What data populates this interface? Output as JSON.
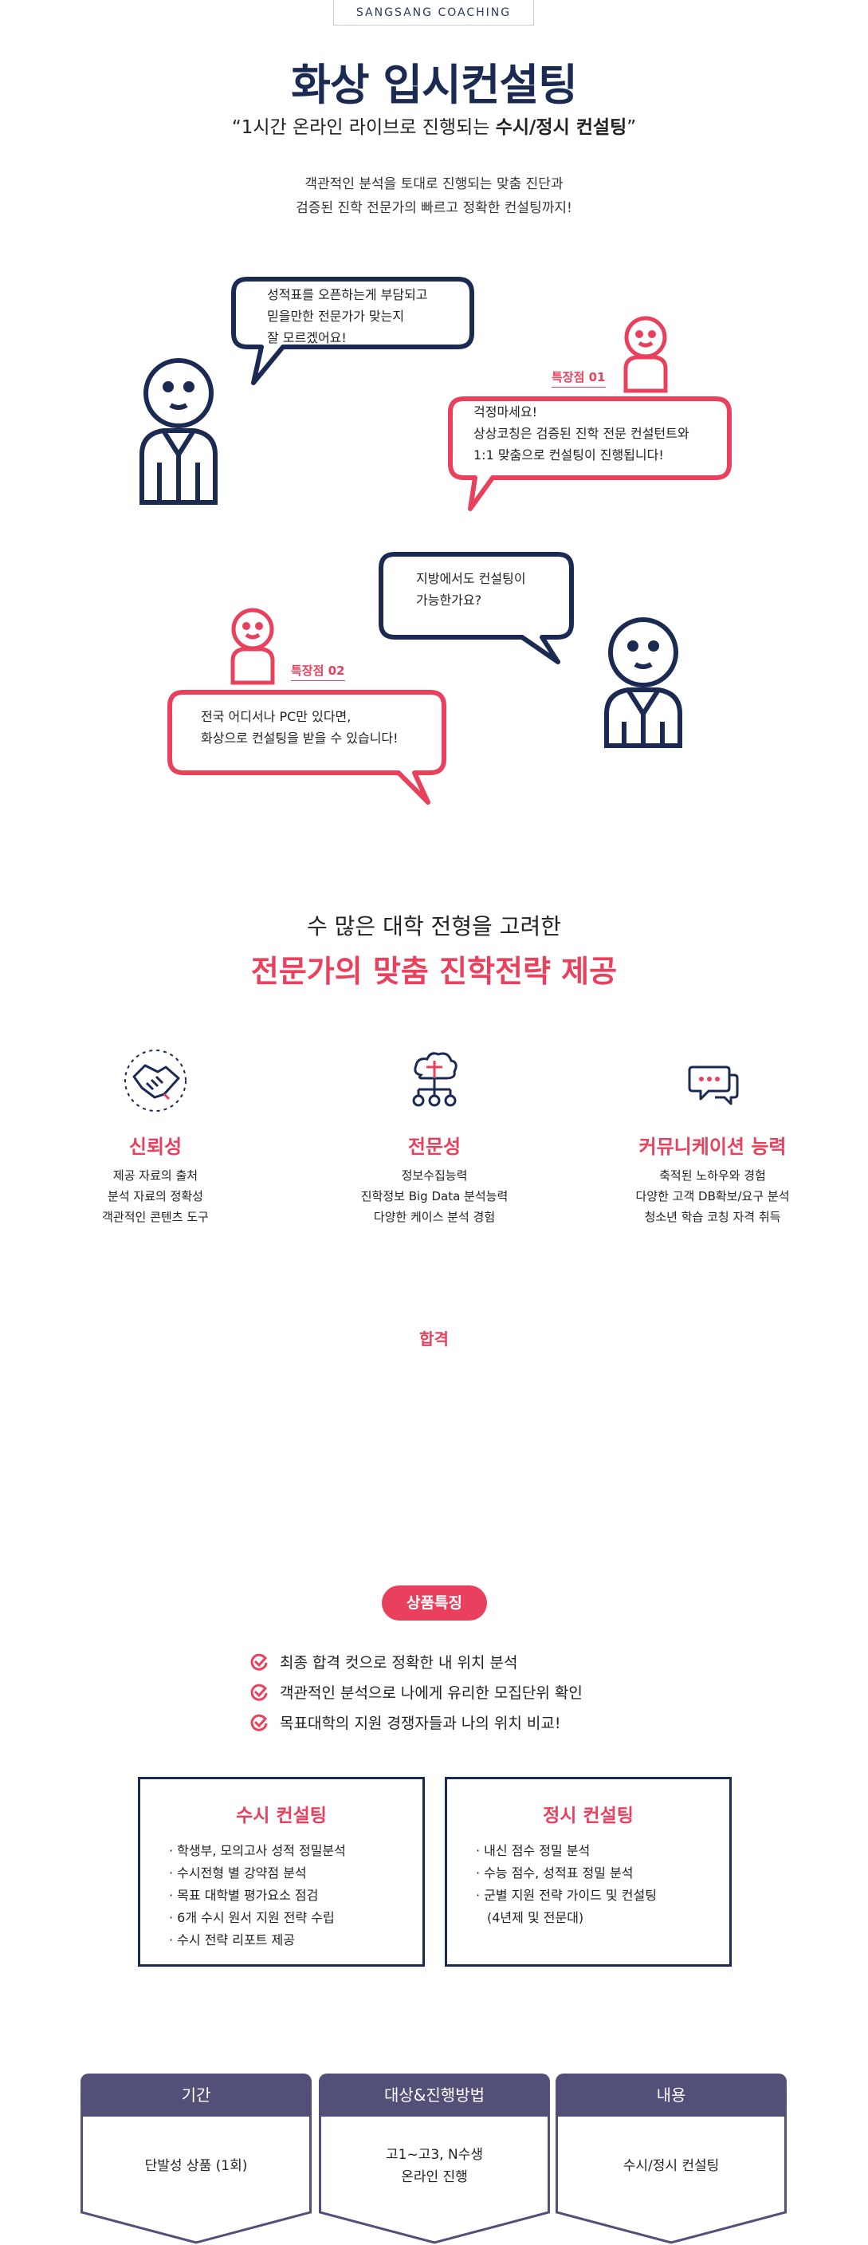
{
  "header": {
    "tag": "SANGSANG COACHING",
    "title": "화상 입시컨설팅",
    "subtitle_pre": "“1시간 온라인 라이브로 진행되는 ",
    "subtitle_bold": "수시/정시 컨설팅",
    "subtitle_post": "”",
    "intro_line1": "객관적인 분석을 토대로 진행되는 맞춤 진단과",
    "intro_line2": "검증된 진학 전문가의 빠르고 정확한 컨설팅까지!"
  },
  "dialog": {
    "q1": [
      "성적표를 오픈하는게 부담되고",
      "믿을만한 전문가가 맞는지",
      "잘 모르겠어요!"
    ],
    "feature1_label": "특장점 01",
    "a1": [
      "걱정마세요!",
      "상상코칭은 검증된 진학 전문 컨설턴트와",
      "1:1 맞춤으로 컨설팅이 진행됩니다!"
    ],
    "q2": [
      "지방에서도 컨설팅이",
      "가능한가요?"
    ],
    "feature2_label": "특장점 02",
    "a2": [
      "전국 어디서나 PC만 있다면,",
      "화상으로 컨설팅을 받을 수 있습니다!"
    ]
  },
  "section2": {
    "subtitle": "수 많은 대학 전형을 고려한",
    "title": "전문가의 맞춤 진학전략 제공",
    "features": [
      {
        "name": "신뢰성",
        "icon": "handshake-icon",
        "lines": [
          "제공 자료의 출처",
          "분석 자료의 정확성",
          "객관적인 콘텐츠 도구"
        ]
      },
      {
        "name": "전문성",
        "icon": "brain-network-icon",
        "lines": [
          "정보수집능력",
          "진학정보 Big Data 분석능력",
          "다양한 케이스 분석 경험"
        ]
      },
      {
        "name": "커뮤니케이션 능력",
        "icon": "chat-icon",
        "lines": [
          "축적된 노하우와 경험",
          "다양한 고객 DB확보/요구 분석",
          "청소년 학습 코칭 자격 취득"
        ]
      }
    ],
    "pass_label": "합격"
  },
  "product": {
    "pill": "상품특징",
    "checks": [
      "최종 합격 컷으로 정확한 내 위치 분석",
      "객관적인 분석으로 나에게 유리한 모집단위 확인",
      "목표대학의 지원 경쟁자들과 나의 위치 비교!"
    ],
    "susi": {
      "title": "수시 컨설팅",
      "items": [
        "학생부, 모의고사 성적 정밀분석",
        "수시전형 별 강약점 분석",
        "목표 대학별 평가요소 점검",
        "6개 수시 원서 지원 전략 수립",
        "수시 전략 리포트 제공"
      ]
    },
    "jeongsi": {
      "title": "정시 컨설팅",
      "items": [
        "내신 점수 정밀 분석",
        "수능 점수, 성적표 정밀 분석",
        "군별 지원 전략 가이드 및 컨설팅"
      ],
      "cont": "(4년제 및 전문대)"
    }
  },
  "info": [
    {
      "head": "기간",
      "lines": [
        "단발성 상품 (1회)"
      ]
    },
    {
      "head": "대상&진행방법",
      "lines": [
        "고1~고3, N수생",
        "온라인 진행"
      ]
    },
    {
      "head": "내용",
      "lines": [
        "수시/정시 컨설팅"
      ]
    }
  ],
  "colors": {
    "navy": "#1b2a52",
    "red": "#e8405d",
    "purple": "#524f78"
  }
}
